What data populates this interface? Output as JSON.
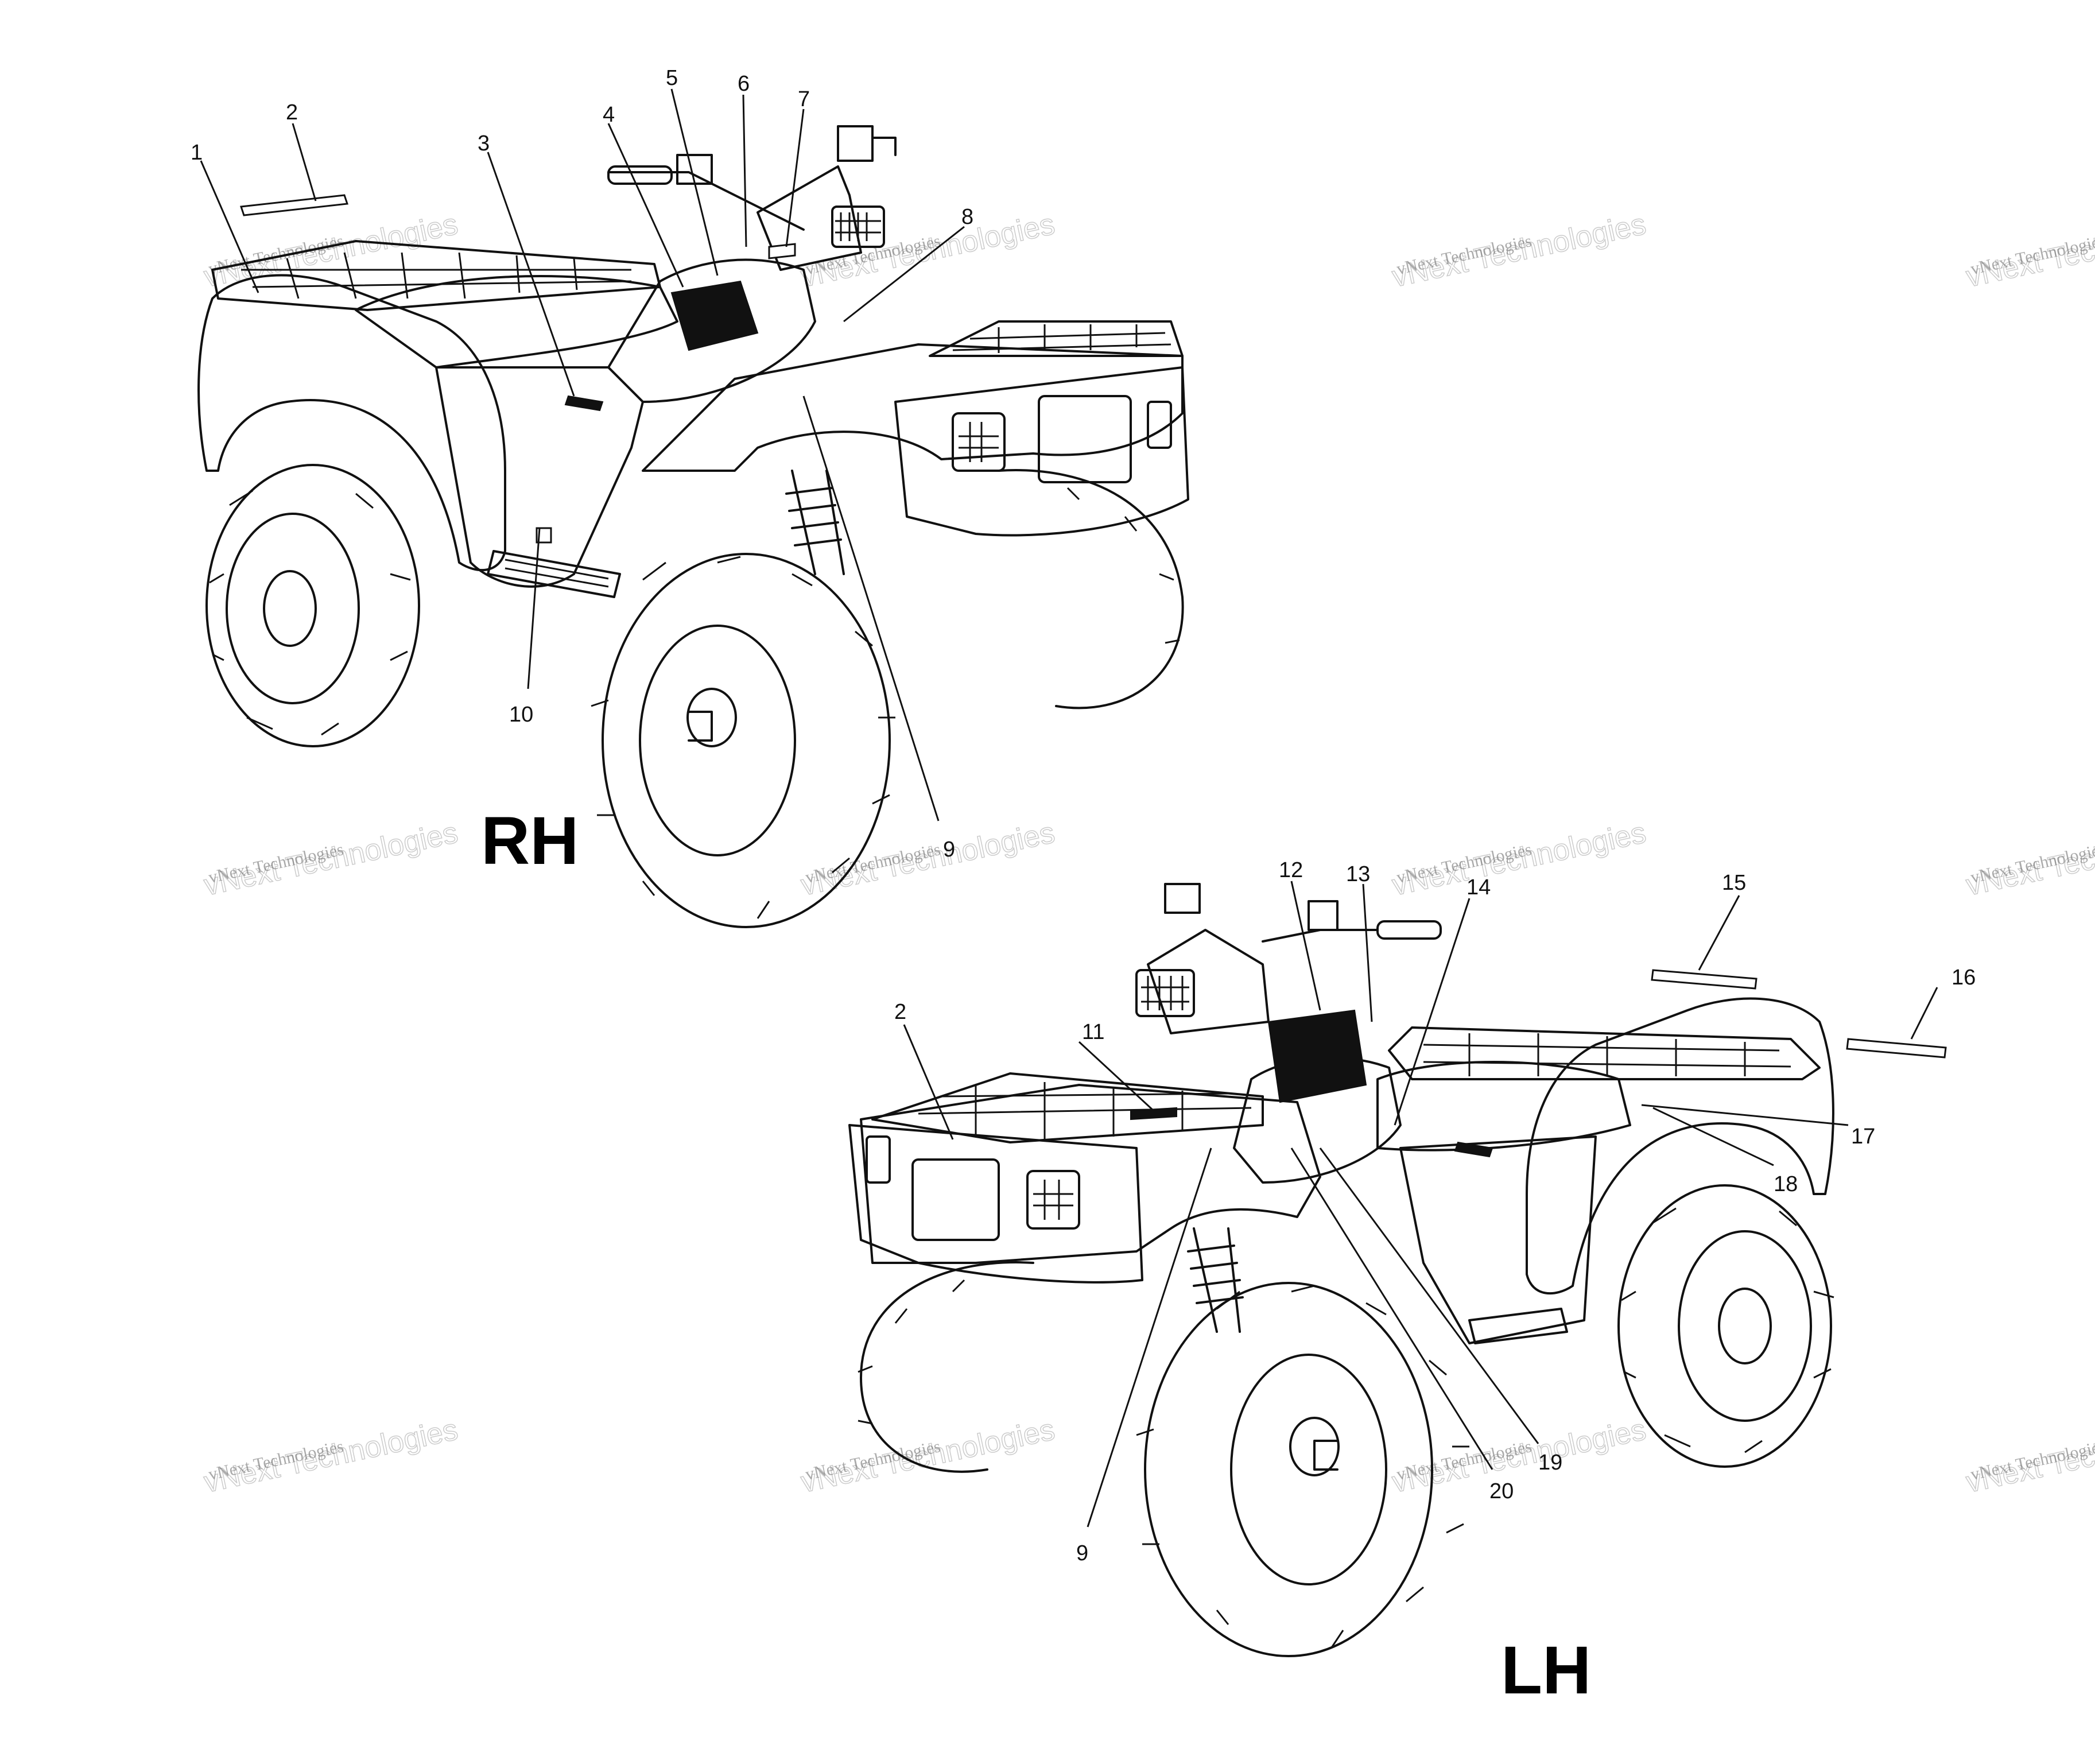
{
  "views": [
    {
      "id": "rh",
      "label": "RH"
    },
    {
      "id": "lh",
      "label": "LH"
    }
  ],
  "callouts": {
    "rh": [
      "1",
      "2",
      "3",
      "4",
      "5",
      "6",
      "7",
      "8",
      "9",
      "10"
    ],
    "lh": [
      "2",
      "11",
      "12",
      "13",
      "14",
      "15",
      "16",
      "17",
      "18",
      "19",
      "20",
      "9"
    ]
  },
  "watermark": {
    "line1": "vNext Technologies",
    "line2": "vNext Technologies"
  }
}
